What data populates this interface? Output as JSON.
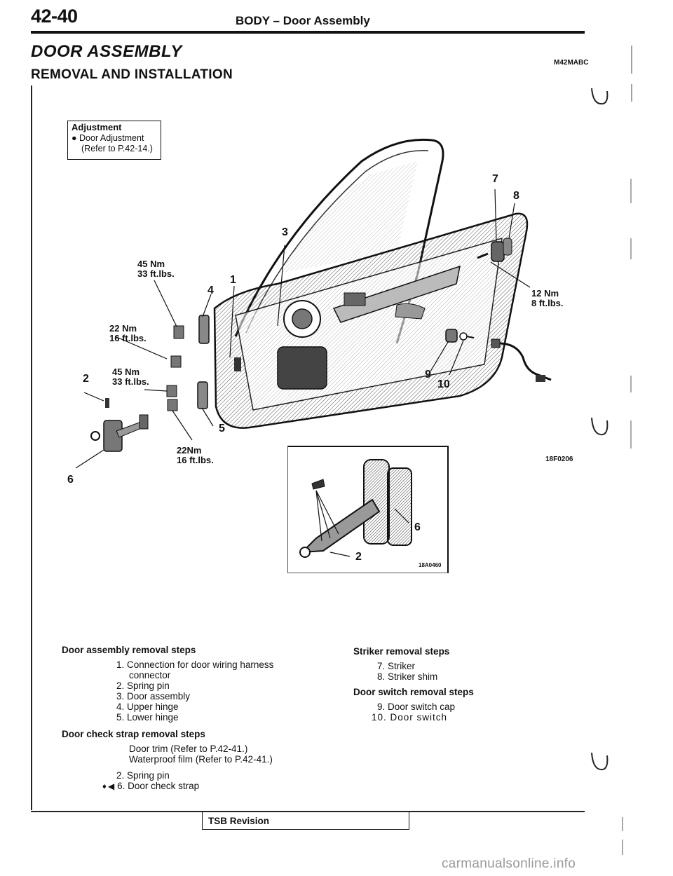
{
  "header": {
    "page_number": "42-40",
    "title": "BODY – Door Assembly"
  },
  "section": {
    "title": "DOOR ASSEMBLY",
    "subtitle": "REMOVAL AND INSTALLATION",
    "code": "M42MABC"
  },
  "adjustment": {
    "title": "Adjustment",
    "bullet": "Door Adjustment",
    "ref": "(Refer to P.42-14.)"
  },
  "figure": {
    "code": "18F0206",
    "inset_code": "18A0460",
    "callouts": [
      "1",
      "2",
      "3",
      "4",
      "5",
      "6",
      "7",
      "8",
      "9",
      "10"
    ],
    "inset_callouts": [
      "6",
      "2"
    ],
    "torques": [
      {
        "nm": "45 Nm",
        "ftlbs": "33 ft.lbs."
      },
      {
        "nm": "22 Nm",
        "ftlbs": "16 ft.lbs."
      },
      {
        "nm": "45 Nm",
        "ftlbs": "33 ft.lbs."
      },
      {
        "nm": "22Nm",
        "ftlbs": "16 ft.lbs."
      },
      {
        "nm": "12 Nm",
        "ftlbs": "8 ft.lbs."
      }
    ]
  },
  "door_assembly_steps": {
    "heading": "Door assembly removal steps",
    "items": [
      "1. Connection for door wiring harness",
      "connector",
      "2. Spring pin",
      "3. Door assembly",
      "4. Upper hinge",
      "5. Lower hinge"
    ]
  },
  "check_strap_steps": {
    "heading": "Door check strap removal steps",
    "subs": [
      "Door trim (Refer to P.42-41.)",
      "Waterproof film (Refer to P.42-41.)"
    ],
    "items": [
      "2. Spring pin",
      "6. Door check strap"
    ],
    "marker": "➧◀"
  },
  "striker_steps": {
    "heading": "Striker removal steps",
    "items": [
      "7. Striker",
      "8. Striker shim"
    ]
  },
  "switch_steps": {
    "heading": "Door switch removal steps",
    "items": [
      "9. Door switch cap",
      "10. Door switch"
    ]
  },
  "footer": {
    "tsb": "TSB Revision",
    "watermark": "carmanualsonline.info"
  }
}
